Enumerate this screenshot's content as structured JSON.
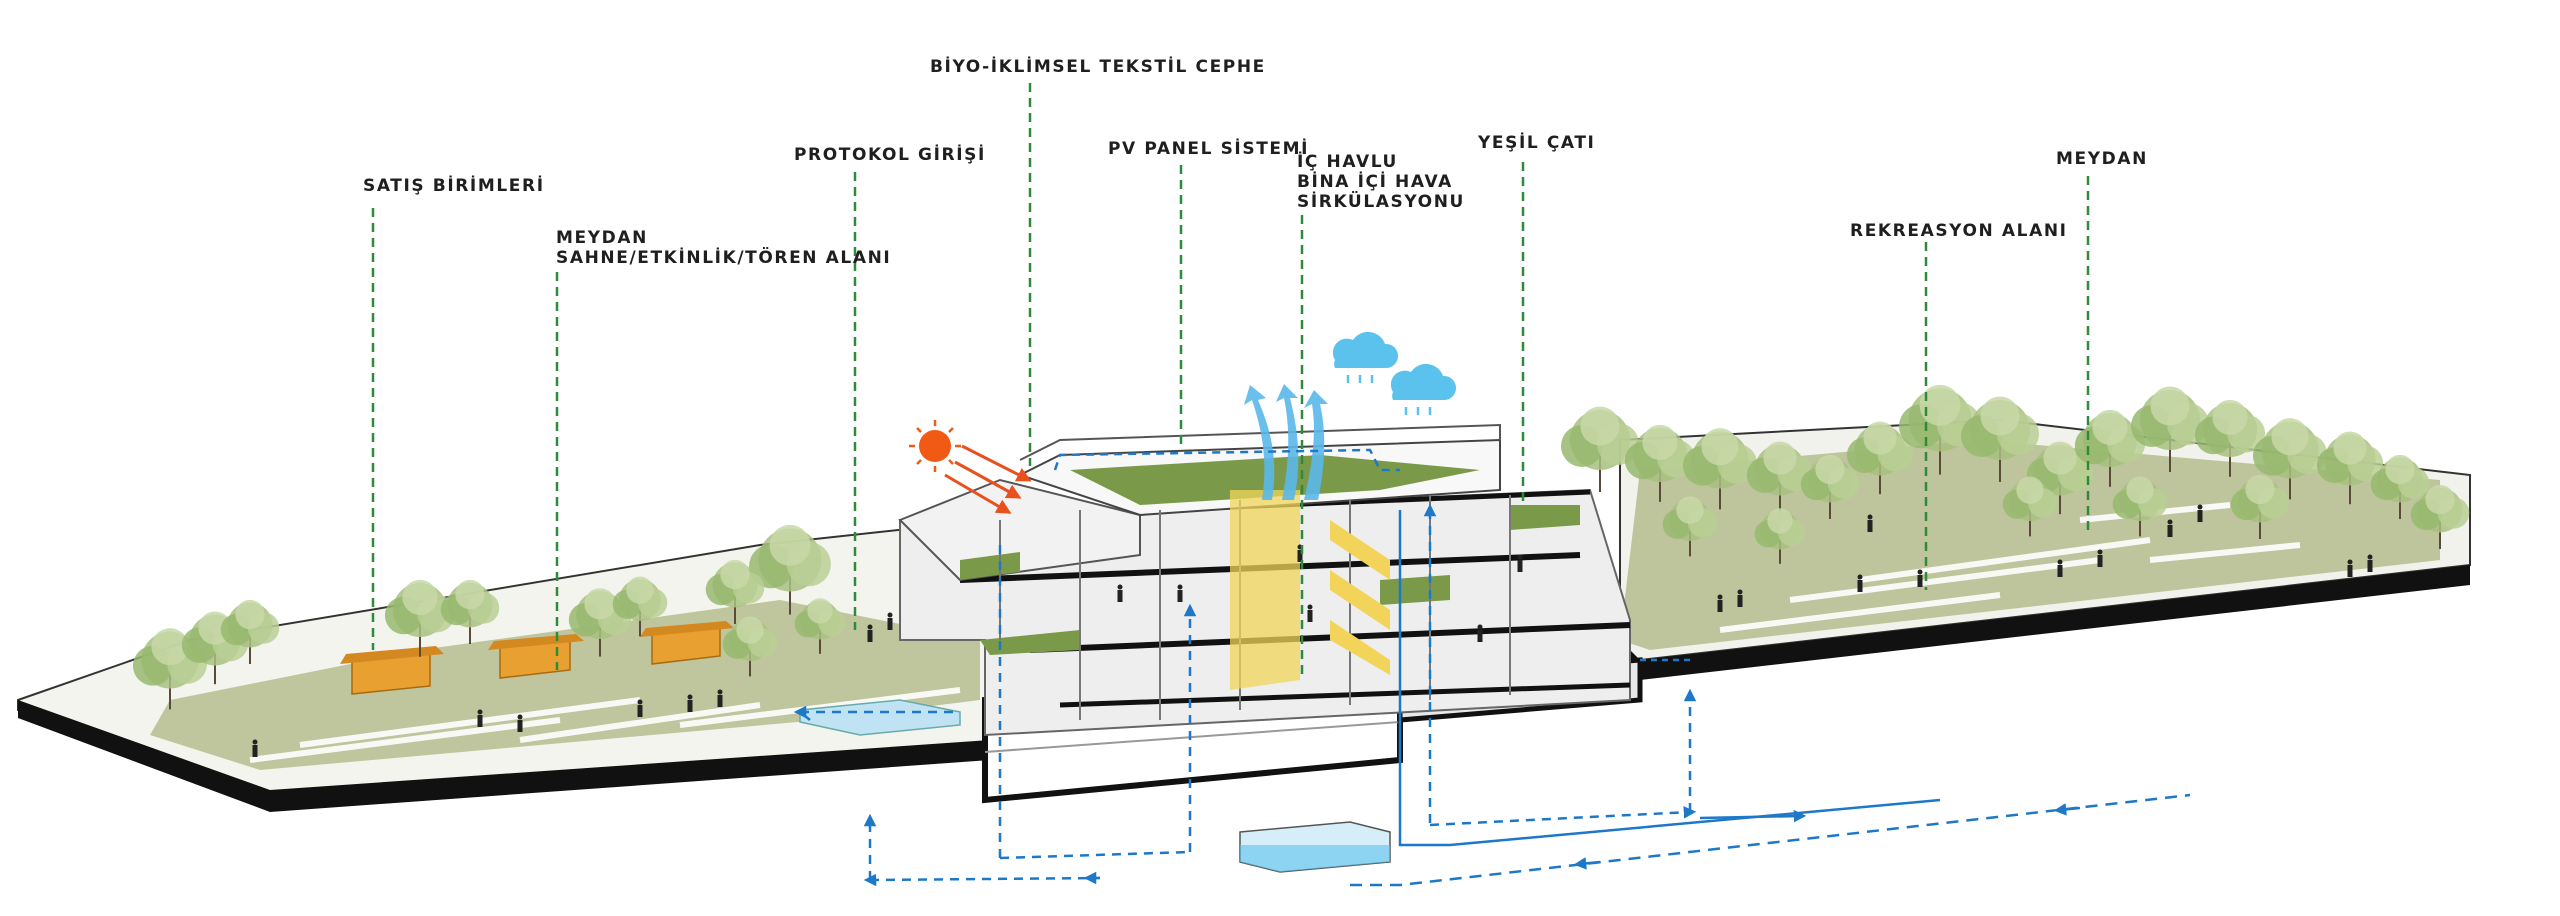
{
  "labels": {
    "satis_birimleri": "SATIŞ BİRİMLERİ",
    "meydan_sahne_line1": "MEYDAN",
    "meydan_sahne_line2": "SAHNE/ETKİNLİK/TÖREN ALANI",
    "protokol_girisi": "PROTOKOL GİRİŞİ",
    "biyo_iklimsel": "BİYO-İKLİMSEL TEKSTİL CEPHE",
    "pv_panel": "PV PANEL SİSTEMİ",
    "ic_havlu_line1": "İÇ HAVLU",
    "ic_havlu_line2": "BİNA İÇİ HAVA",
    "ic_havlu_line3": "SİRKÜLASYONU",
    "yesil_cati": "YEŞİL ÇATI",
    "rekreasyon": "REKREASYON ALANI",
    "meydan": "MEYDAN"
  },
  "colors": {
    "leader_line": "#2e8b3a",
    "water_flow": "#1e78c8",
    "air_flow": "#5ab8ea",
    "sun": "#f05a14",
    "sun_ray": "#e8501e",
    "cloud": "#5bc2ee",
    "ground": "#b5bd8e",
    "green_roof": "#7a9a4a",
    "sales_unit": "#e8a030",
    "atrium": "#f2d45a",
    "pool": "#bfe3f2"
  },
  "icons": [
    "sun-icon",
    "rain-cloud-icon",
    "tree-icon",
    "person-icon",
    "arrow-icon"
  ]
}
